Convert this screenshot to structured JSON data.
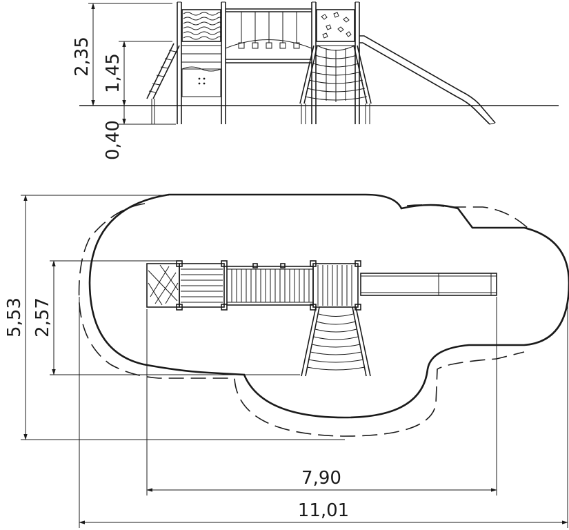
{
  "dimensions": {
    "total_height": "2,35",
    "platform_height": "1,45",
    "foundation_depth": "0,40",
    "plan_width": "5,53",
    "structure_width": "2,57",
    "structure_length": "7,90",
    "total_length": "11,01"
  },
  "colors": {
    "line": "#1a1a1a",
    "background": "#ffffff"
  }
}
